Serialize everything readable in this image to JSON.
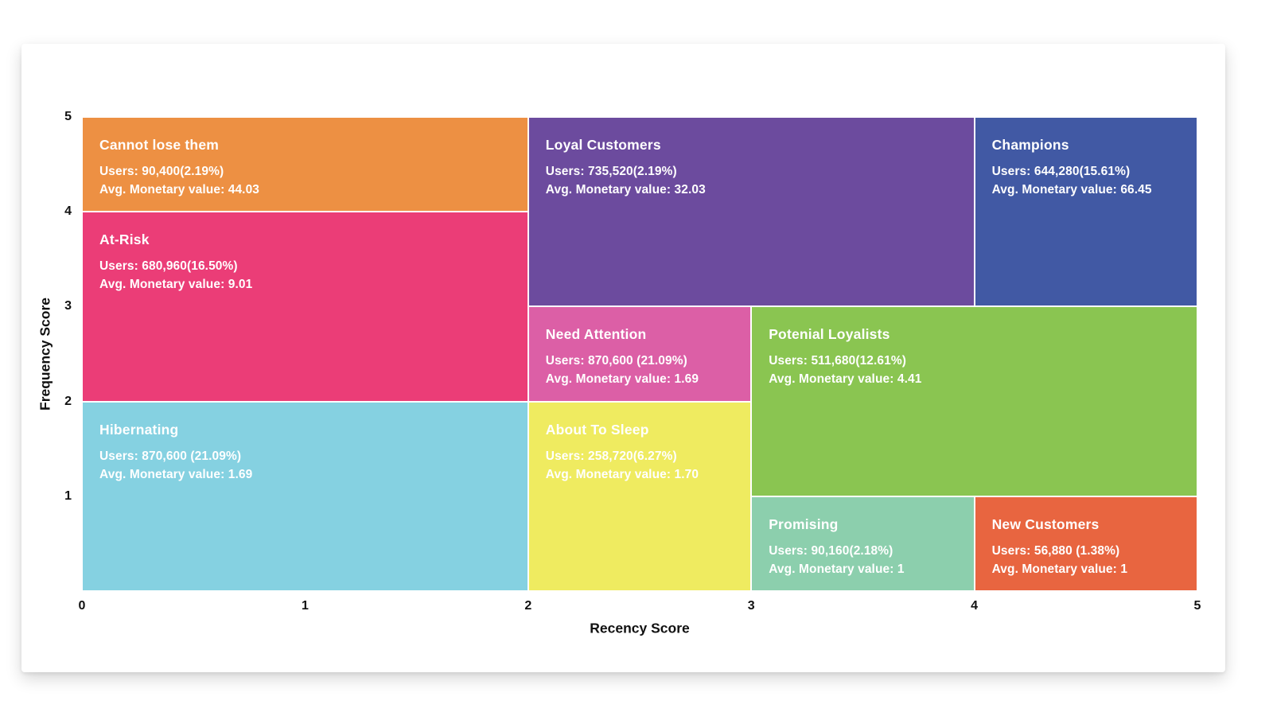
{
  "chart_data": {
    "type": "heatmap",
    "subtype": "rfm-segment-map",
    "xlabel": "Recency Score",
    "ylabel": "Frequency Score",
    "xlim": [
      0,
      5
    ],
    "ylim": [
      0,
      5
    ],
    "x_ticks": [
      "0",
      "1",
      "2",
      "3",
      "4",
      "5"
    ],
    "y_ticks": [
      "1",
      "2",
      "3",
      "4",
      "5"
    ],
    "grid": false,
    "legend": false,
    "axis_text_color": "#111111",
    "text_color": "#ffffff",
    "segments": [
      {
        "id": "cannot-lose-them",
        "name": "Cannot lose them",
        "users": 90400,
        "users_pct": 2.19,
        "avg_monetary_value": 44.03,
        "label_users": "Users: 90,400(2.19%)",
        "label_monetary": "Avg. Monetary value: 44.03",
        "x_range": [
          0,
          2
        ],
        "y_range": [
          4,
          5
        ],
        "color": "#ED9043"
      },
      {
        "id": "loyal-customers",
        "name": "Loyal Customers",
        "users": 735520,
        "users_pct": 2.19,
        "avg_monetary_value": 32.03,
        "label_users": "Users: 735,520(2.19%)",
        "label_monetary": "Avg. Monetary value: 32.03",
        "x_range": [
          2,
          4
        ],
        "y_range": [
          3,
          5
        ],
        "color": "#6C4B9E"
      },
      {
        "id": "champions",
        "name": "Champions",
        "users": 644280,
        "users_pct": 15.61,
        "avg_monetary_value": 66.45,
        "label_users": "Users: 644,280(15.61%)",
        "label_monetary": "Avg. Monetary value: 66.45",
        "x_range": [
          4,
          5
        ],
        "y_range": [
          3,
          5
        ],
        "color": "#4159A4"
      },
      {
        "id": "at-risk",
        "name": "At-Risk",
        "users": 680960,
        "users_pct": 16.5,
        "avg_monetary_value": 9.01,
        "label_users": "Users: 680,960(16.50%)",
        "label_monetary": "Avg. Monetary value: 9.01",
        "x_range": [
          0,
          2
        ],
        "y_range": [
          2,
          4
        ],
        "color": "#EB3D77"
      },
      {
        "id": "need-attention",
        "name": "Need Attention",
        "users": 870600,
        "users_pct": 21.09,
        "avg_monetary_value": 1.69,
        "label_users": "Users: 870,600 (21.09%)",
        "label_monetary": "Avg. Monetary value: 1.69",
        "x_range": [
          2,
          3
        ],
        "y_range": [
          2,
          3
        ],
        "color": "#DC5FA6"
      },
      {
        "id": "potenial-loyalists",
        "name": "Potenial Loyalists",
        "users": 511680,
        "users_pct": 12.61,
        "avg_monetary_value": 4.41,
        "label_users": "Users: 511,680(12.61%)",
        "label_monetary": "Avg. Monetary value: 4.41",
        "x_range": [
          3,
          5
        ],
        "y_range": [
          1,
          3
        ],
        "color": "#8AC551"
      },
      {
        "id": "hibernating",
        "name": "Hibernating",
        "users": 870600,
        "users_pct": 21.09,
        "avg_monetary_value": 1.69,
        "label_users": "Users: 870,600 (21.09%)",
        "label_monetary": "Avg. Monetary value: 1.69",
        "x_range": [
          0,
          2
        ],
        "y_range": [
          0,
          2
        ],
        "color": "#85D1E1"
      },
      {
        "id": "about-to-sleep",
        "name": "About To Sleep",
        "users": 258720,
        "users_pct": 6.27,
        "avg_monetary_value": 1.7,
        "label_users": "Users: 258,720(6.27%)",
        "label_monetary": "Avg. Monetary value: 1.70",
        "x_range": [
          2,
          3
        ],
        "y_range": [
          0,
          2
        ],
        "color": "#EFEB60"
      },
      {
        "id": "promising",
        "name": "Promising",
        "users": 90160,
        "users_pct": 2.18,
        "avg_monetary_value": 1,
        "label_users": "Users: 90,160(2.18%)",
        "label_monetary": "Avg. Monetary value: 1",
        "x_range": [
          3,
          4
        ],
        "y_range": [
          0,
          1
        ],
        "color": "#8CCFAD"
      },
      {
        "id": "new-customers",
        "name": "New Customers",
        "users": 56880,
        "users_pct": 1.38,
        "avg_monetary_value": 1,
        "label_users": "Users: 56,880 (1.38%)",
        "label_monetary": "Avg. Monetary value: 1",
        "x_range": [
          4,
          5
        ],
        "y_range": [
          0,
          1
        ],
        "color": "#E86540"
      }
    ]
  }
}
